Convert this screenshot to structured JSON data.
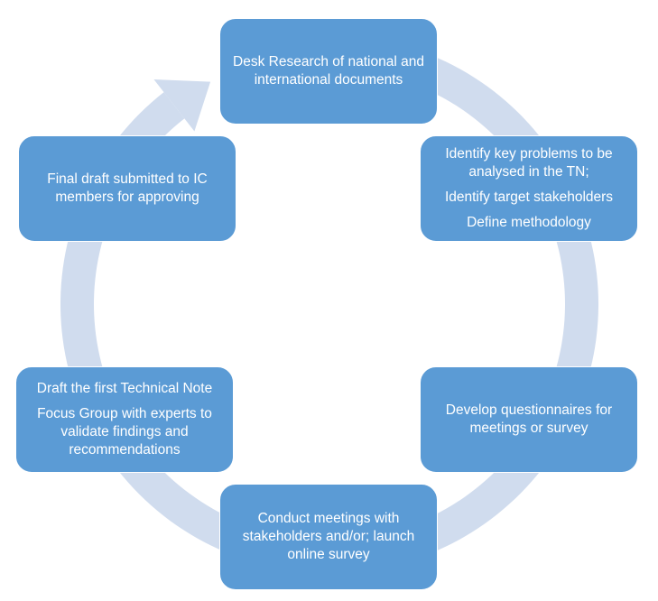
{
  "diagram": {
    "type": "cycle",
    "colors": {
      "box_fill": "#5b9bd5",
      "ring": "#d0dcee",
      "text": "#ffffff"
    },
    "steps": [
      {
        "id": "desk-research",
        "paragraphs": [
          "Desk Research of national and international documents"
        ]
      },
      {
        "id": "identify-problems",
        "paragraphs": [
          "Identify key problems to be analysed in the TN;",
          "Identify target stakeholders",
          "Define methodology"
        ]
      },
      {
        "id": "develop-questionnaires",
        "paragraphs": [
          "Develop questionnaires for meetings or survey"
        ]
      },
      {
        "id": "conduct-meetings",
        "paragraphs": [
          "Conduct meetings with stakeholders and/or; launch online survey"
        ]
      },
      {
        "id": "draft-note",
        "paragraphs": [
          "Draft the first Technical Note",
          "Focus Group with experts to validate findings and recommendations"
        ]
      },
      {
        "id": "final-draft",
        "paragraphs": [
          "Final draft submitted to IC members for approving"
        ]
      }
    ]
  }
}
